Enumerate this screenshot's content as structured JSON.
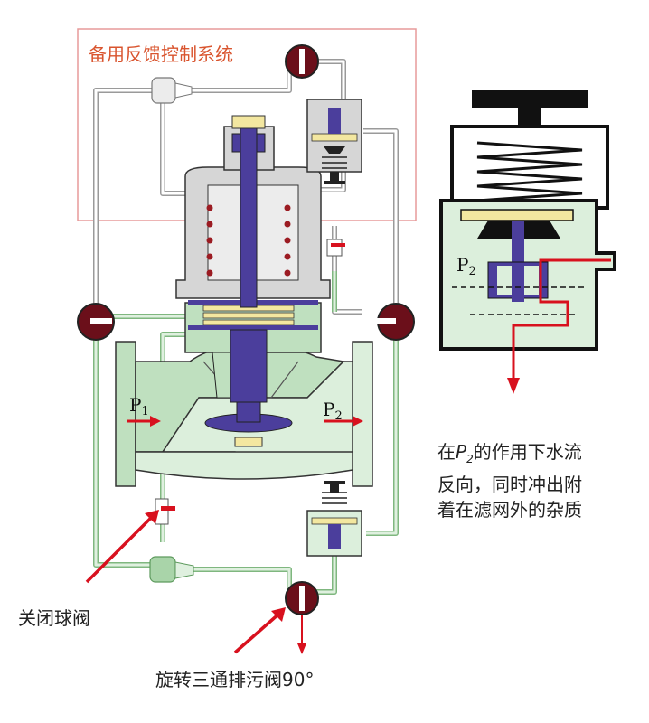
{
  "title": "备用反馈控制系统",
  "labels": {
    "p1": "P",
    "p1_sub": "1",
    "p2": "P",
    "p2_sub": "2",
    "detail_p2": "P",
    "detail_p2_sub": "2"
  },
  "note": {
    "prefix": "在",
    "var": "P",
    "var_sub": "2",
    "text1": "的作用下水流",
    "line2": "反向，同时冲出附",
    "line3": "着在滤网外的杂质"
  },
  "callouts": {
    "ball_valve": "关闭球阀",
    "rotate_valve": "旋转三通排污阀90°"
  },
  "colors": {
    "water_green": "#bfe0bf",
    "pale_green": "#dcefdc",
    "body_gray": "#d6d6d6",
    "stem_blue": "#4b3e9c",
    "valve_red": "#6b0f1a",
    "arrow_red": "#d8111e",
    "disc_yellow": "#f3e7a0",
    "box_outline": "#e79a9a"
  }
}
